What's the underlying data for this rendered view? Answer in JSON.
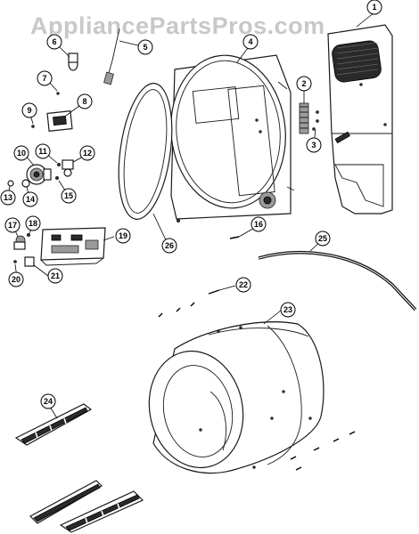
{
  "watermark": "AppliancePartsPros.com",
  "callouts": [
    "1",
    "2",
    "3",
    "4",
    "5",
    "6",
    "7",
    "8",
    "9",
    "10",
    "11",
    "12",
    "13",
    "14",
    "15",
    "16",
    "17",
    "18",
    "19",
    "20",
    "21",
    "22",
    "23",
    "24",
    "25",
    "26"
  ]
}
